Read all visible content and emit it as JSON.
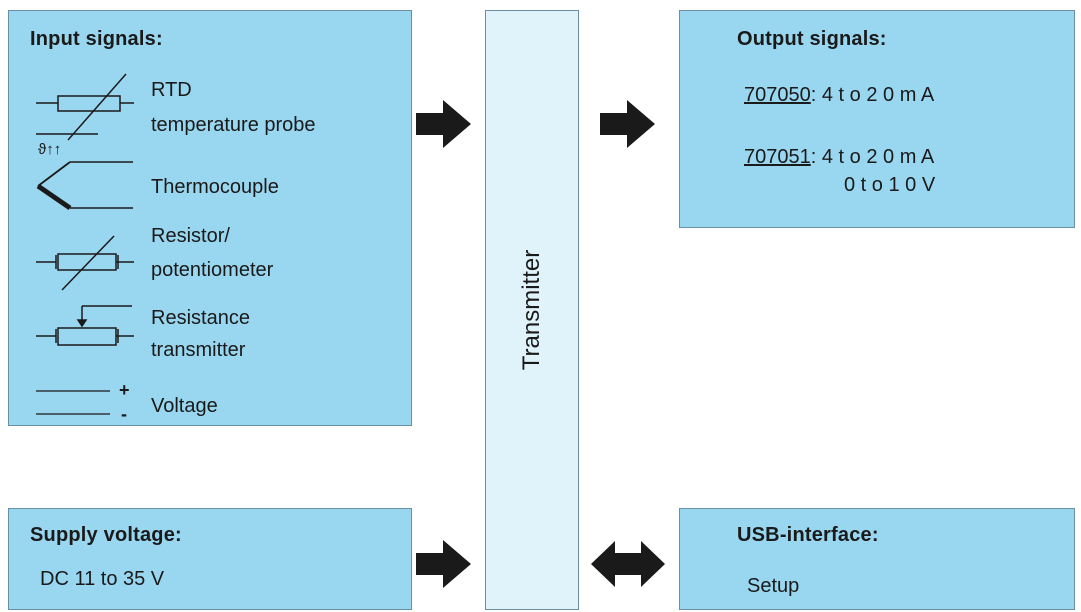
{
  "input": {
    "title": "Input signals:",
    "items": [
      {
        "label_lines": [
          "RTD",
          "temperature probe"
        ],
        "symbol_text": "ϑ↑↑",
        "icon": "rtd-probe-icon"
      },
      {
        "label_lines": [
          "Thermocouple"
        ],
        "icon": "thermocouple-icon"
      },
      {
        "label_lines": [
          "Resistor/",
          "potentiometer"
        ],
        "icon": "variable-resistor-icon"
      },
      {
        "label_lines": [
          "Resistance",
          "transmitter"
        ],
        "icon": "resistance-transmitter-icon"
      },
      {
        "label_lines": [
          "Voltage"
        ],
        "symbol_plus": "+",
        "symbol_minus": "-",
        "icon": "voltage-icon"
      }
    ]
  },
  "transmitter": {
    "label": "Transmitter"
  },
  "output": {
    "title": "Output signals:",
    "entries": [
      {
        "code": "707050",
        "sep": ":",
        "lines": [
          "4 t o 2 0 m A"
        ]
      },
      {
        "code": "707051",
        "sep": ":",
        "lines": [
          "4 t o 2 0 m A",
          "0 t o 1 0 V"
        ]
      }
    ]
  },
  "supply": {
    "title": "Supply voltage:",
    "value": "DC 11 to 35 V"
  },
  "usb": {
    "title": "USB-interface:",
    "value": "Setup"
  },
  "colors": {
    "box_fill": "#99d6ef",
    "transmitter_fill": "#e0f2fa",
    "border": "#6a8fa2",
    "arrow": "#1a1a1a"
  }
}
